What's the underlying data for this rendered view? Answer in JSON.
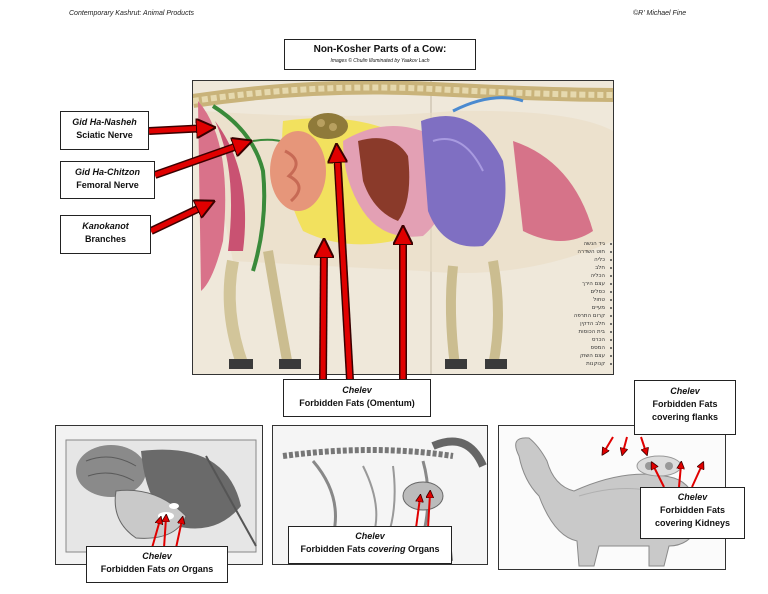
{
  "header": {
    "left": "Contemporary Kashrut: Animal Products",
    "right": "©R' Michael Fine"
  },
  "title": {
    "main": "Non-Kosher Parts of a Cow:",
    "credit": "Images © Chulin Illuminated by Yaakov Lach"
  },
  "labels": {
    "gid_hanasheh": {
      "hebrew": "Gid Ha-Nasheh",
      "english": "Sciatic Nerve"
    },
    "gid_hachitzon": {
      "hebrew": "Gid Ha-Chitzon",
      "english": "Femoral Nerve"
    },
    "kanokanot": {
      "hebrew": "Kanokanot",
      "english": "Branches"
    },
    "chelev_omentum": {
      "hebrew": "Chelev",
      "english": "Forbidden Fats (Omentum)"
    },
    "chelev_on_organs": {
      "hebrew": "Chelev",
      "english_pre": "Forbidden Fats ",
      "english_em": "on",
      "english_post": " Organs"
    },
    "chelev_covering_organs": {
      "hebrew": "Chelev",
      "english_pre": "Forbidden Fats ",
      "english_em": "covering",
      "english_post": " Organs"
    },
    "chelev_flanks": {
      "hebrew": "Chelev",
      "line1": "Forbidden Fats",
      "line2": "covering flanks"
    },
    "chelev_kidneys": {
      "hebrew": "Chelev",
      "line1": "Forbidden Fats",
      "line2": "covering Kidneys"
    }
  },
  "legend_hebrew": [
    "גיד הנשה",
    "חוט השדרה",
    "כליה",
    "חלב",
    "הכליה",
    "עצם הירך",
    "כסלים",
    "טחול",
    "מעיים",
    "קרום התרפה",
    "חלב הדקין",
    "בית הכוסות",
    "הכרס",
    "המסס",
    "עצם השוק",
    "קנוקנות"
  ],
  "colors": {
    "arrow_red": "#e00000",
    "arrow_outline": "#3a0000"
  }
}
